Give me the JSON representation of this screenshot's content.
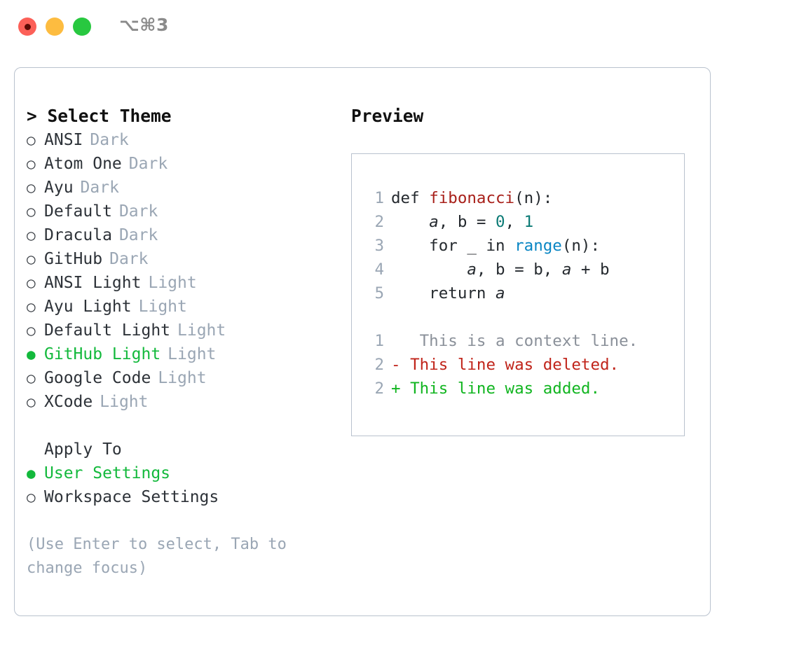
{
  "titlebar": {
    "shortcut": "⌥⌘3",
    "lights": [
      "close-red",
      "minimize-yellow",
      "maximize-green"
    ]
  },
  "theme_selector": {
    "header": "> Select Theme",
    "items": [
      {
        "bullet": "○",
        "label": "ANSI",
        "tag": "Dark",
        "selected": false
      },
      {
        "bullet": "○",
        "label": "Atom One",
        "tag": "Dark",
        "selected": false
      },
      {
        "bullet": "○",
        "label": "Ayu",
        "tag": "Dark",
        "selected": false
      },
      {
        "bullet": "○",
        "label": "Default",
        "tag": "Dark",
        "selected": false
      },
      {
        "bullet": "○",
        "label": "Dracula",
        "tag": "Dark",
        "selected": false
      },
      {
        "bullet": "○",
        "label": "GitHub",
        "tag": "Dark",
        "selected": false
      },
      {
        "bullet": "○",
        "label": "ANSI Light",
        "tag": "Light",
        "selected": false
      },
      {
        "bullet": "○",
        "label": "Ayu Light",
        "tag": "Light",
        "selected": false
      },
      {
        "bullet": "○",
        "label": "Default Light",
        "tag": "Light",
        "selected": false
      },
      {
        "bullet": "●",
        "label": "GitHub Light",
        "tag": "Light",
        "selected": true
      },
      {
        "bullet": "○",
        "label": "Google Code",
        "tag": "Light",
        "selected": false
      },
      {
        "bullet": "○",
        "label": "XCode",
        "tag": "Light",
        "selected": false
      }
    ]
  },
  "apply_to": {
    "header": "Apply To",
    "items": [
      {
        "bullet": "●",
        "label": "User Settings",
        "selected": true
      },
      {
        "bullet": "○",
        "label": "Workspace Settings",
        "selected": false
      }
    ]
  },
  "hint": "(Use Enter to select, Tab to change focus)",
  "preview": {
    "header": "Preview",
    "code": [
      {
        "ln": "1",
        "tokens": [
          {
            "t": "def ",
            "c": "plain"
          },
          {
            "t": "fibonacci",
            "c": "fn"
          },
          {
            "t": "(n):",
            "c": "plain"
          }
        ]
      },
      {
        "ln": "2",
        "tokens": [
          {
            "t": "    ",
            "c": "plain"
          },
          {
            "t": "a",
            "c": "var"
          },
          {
            "t": ", ",
            "c": "plain"
          },
          {
            "t": "b",
            "c": "plain"
          },
          {
            "t": " = ",
            "c": "plain"
          },
          {
            "t": "0",
            "c": "num"
          },
          {
            "t": ", ",
            "c": "plain"
          },
          {
            "t": "1",
            "c": "num"
          }
        ]
      },
      {
        "ln": "3",
        "tokens": [
          {
            "t": "    for _ in ",
            "c": "plain"
          },
          {
            "t": "range",
            "c": "call"
          },
          {
            "t": "(n):",
            "c": "plain"
          }
        ]
      },
      {
        "ln": "4",
        "tokens": [
          {
            "t": "        ",
            "c": "plain"
          },
          {
            "t": "a",
            "c": "var"
          },
          {
            "t": ", b = b, ",
            "c": "plain"
          },
          {
            "t": "a",
            "c": "var"
          },
          {
            "t": " + b",
            "c": "plain"
          }
        ]
      },
      {
        "ln": "5",
        "tokens": [
          {
            "t": "    return ",
            "c": "plain"
          },
          {
            "t": "a",
            "c": "var"
          }
        ]
      }
    ],
    "diff": [
      {
        "ln": "1",
        "marker": " ",
        "text": "  This is a context line.",
        "kind": "ctx"
      },
      {
        "ln": "2",
        "marker": "-",
        "text": " This line was deleted.",
        "kind": "del"
      },
      {
        "ln": "2",
        "marker": "+",
        "text": " This line was added.",
        "kind": "add"
      }
    ]
  },
  "colors": {
    "accent_green": "#13b93c",
    "muted": "#9aa6b4",
    "border": "#b9c2ce",
    "fn_red": "#a8201a",
    "num_teal": "#0b7a75",
    "call_blue": "#0a86c4",
    "diff_del": "#c0241a",
    "diff_add": "#11b520"
  }
}
